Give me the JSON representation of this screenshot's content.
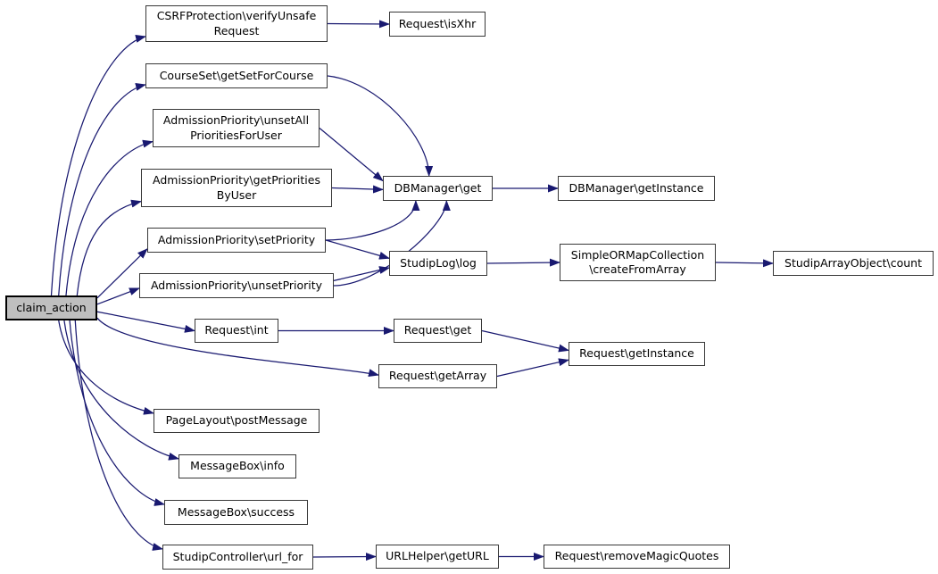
{
  "diagram": {
    "kind": "call-graph",
    "root": "claim_action"
  },
  "colors": {
    "edge": "#191970",
    "arrowhead": "#191970",
    "node_fill": "#ffffff",
    "node_border": "#383838",
    "root_fill": "#bfbfbf",
    "root_border": "#000000",
    "text": "#000000",
    "background": "#ffffff"
  },
  "nodes": {
    "claim_action": {
      "label": "claim_action"
    },
    "csrf": {
      "label": "CSRFProtection\\verifyUnsafe\nRequest"
    },
    "isxhr": {
      "label": "Request\\isXhr"
    },
    "courseset": {
      "label": "CourseSet\\getSetForCourse"
    },
    "unsetall": {
      "label": "AdmissionPriority\\unsetAll\nPrioritiesForUser"
    },
    "getpriorities": {
      "label": "AdmissionPriority\\getPriorities\nByUser"
    },
    "setpriority": {
      "label": "AdmissionPriority\\setPriority"
    },
    "unsetpriority": {
      "label": "AdmissionPriority\\unsetPriority"
    },
    "dbget": {
      "label": "DBManager\\get"
    },
    "dbgetinstance": {
      "label": "DBManager\\getInstance"
    },
    "studiplog": {
      "label": "StudipLog\\log"
    },
    "simpleormap": {
      "label": "SimpleORMapCollection\n\\createFromArray"
    },
    "arraycount": {
      "label": "StudipArrayObject\\count"
    },
    "reqint": {
      "label": "Request\\int"
    },
    "reqget": {
      "label": "Request\\get"
    },
    "reqgetinstance": {
      "label": "Request\\getInstance"
    },
    "reqgetarray": {
      "label": "Request\\getArray"
    },
    "postmessage": {
      "label": "PageLayout\\postMessage"
    },
    "msginfo": {
      "label": "MessageBox\\info"
    },
    "msgsuccess": {
      "label": "MessageBox\\success"
    },
    "urlfor": {
      "label": "StudipController\\url_for"
    },
    "geturl": {
      "label": "URLHelper\\getURL"
    },
    "removemagic": {
      "label": "Request\\removeMagicQuotes"
    }
  },
  "edges": [
    {
      "from": "claim_action",
      "to": "csrf",
      "fromSide": "top",
      "fromT": 0.5,
      "toT": 0.85,
      "curve": "fan"
    },
    {
      "from": "claim_action",
      "to": "courseset",
      "fromSide": "top",
      "fromT": 0.58,
      "toT": 0.85,
      "curve": "fan"
    },
    {
      "from": "claim_action",
      "to": "unsetall",
      "fromSide": "top",
      "fromT": 0.66,
      "toT": 0.85,
      "curve": "fan"
    },
    {
      "from": "claim_action",
      "to": "getpriorities",
      "fromSide": "top",
      "fromT": 0.78,
      "toT": 0.85,
      "curve": "fan"
    },
    {
      "from": "claim_action",
      "to": "setpriority",
      "fromT": 0.1,
      "toT": 0.85
    },
    {
      "from": "claim_action",
      "to": "unsetpriority",
      "fromT": 0.35,
      "toT": 0.6
    },
    {
      "from": "claim_action",
      "to": "reqint",
      "fromT": 0.65,
      "toT": 0.5
    },
    {
      "from": "claim_action",
      "to": "reqgetarray",
      "fromT": 0.9,
      "toT": 0.45,
      "curve": "fan"
    },
    {
      "from": "claim_action",
      "to": "postmessage",
      "fromSide": "bottom",
      "fromT": 0.58,
      "toT": 0.18,
      "curve": "fan"
    },
    {
      "from": "claim_action",
      "to": "msginfo",
      "fromSide": "bottom",
      "fromT": 0.64,
      "toT": 0.18,
      "curve": "fan"
    },
    {
      "from": "claim_action",
      "to": "msgsuccess",
      "fromSide": "bottom",
      "fromT": 0.7,
      "toT": 0.18,
      "curve": "fan"
    },
    {
      "from": "claim_action",
      "to": "urlfor",
      "fromSide": "bottom",
      "fromT": 0.76,
      "toT": 0.18,
      "curve": "fan"
    },
    {
      "from": "csrf",
      "to": "isxhr"
    },
    {
      "from": "courseset",
      "to": "dbget",
      "toSide": "top",
      "toT": 0.42
    },
    {
      "from": "unsetall",
      "to": "dbget",
      "toT": 0.2
    },
    {
      "from": "getpriorities",
      "to": "dbget",
      "toT": 0.55
    },
    {
      "from": "setpriority",
      "to": "dbget",
      "toSide": "bottom",
      "toT": 0.3
    },
    {
      "from": "unsetpriority",
      "to": "dbget",
      "toSide": "bottom",
      "toT": 0.58
    },
    {
      "from": "setpriority",
      "to": "studiplog",
      "toT": 0.3
    },
    {
      "from": "unsetpriority",
      "to": "studiplog",
      "fromT": 0.3,
      "toT": 0.68
    },
    {
      "from": "dbget",
      "to": "dbgetinstance"
    },
    {
      "from": "studiplog",
      "to": "simpleormap"
    },
    {
      "from": "simpleormap",
      "to": "arraycount"
    },
    {
      "from": "reqint",
      "to": "reqget"
    },
    {
      "from": "reqget",
      "to": "reqgetinstance",
      "toT": 0.35
    },
    {
      "from": "reqgetarray",
      "to": "reqgetinstance",
      "toT": 0.75
    },
    {
      "from": "urlfor",
      "to": "geturl"
    },
    {
      "from": "geturl",
      "to": "removemagic"
    }
  ]
}
